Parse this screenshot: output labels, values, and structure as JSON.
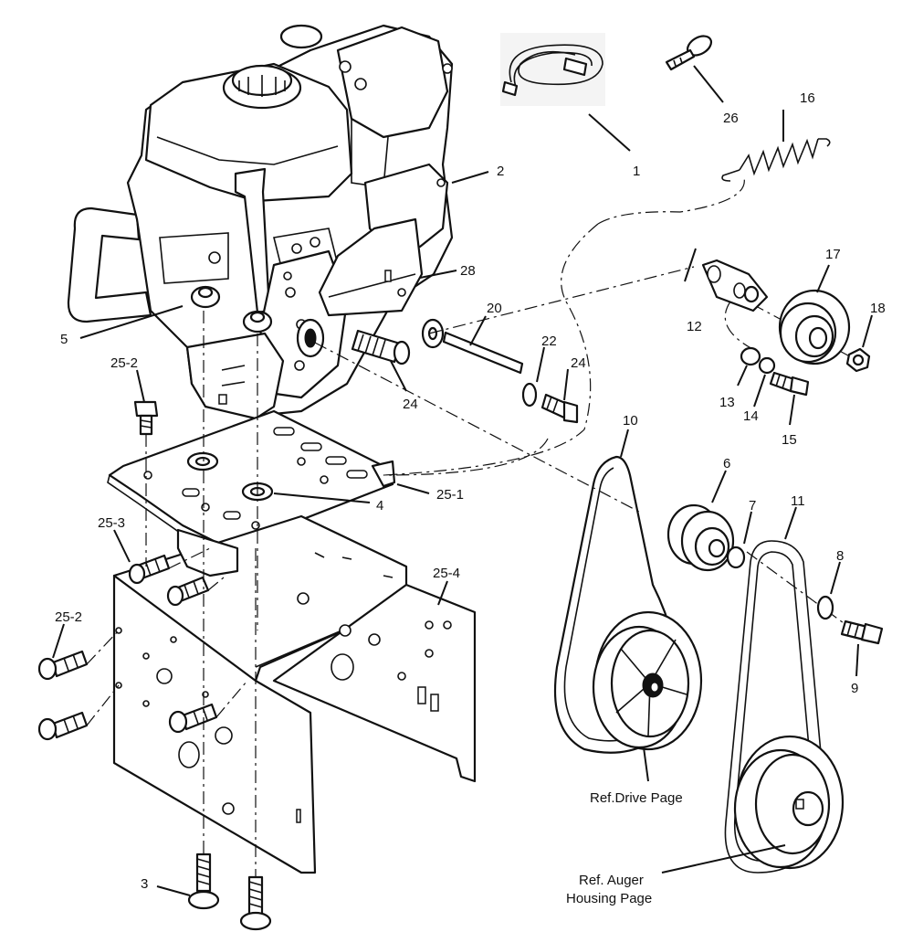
{
  "callouts": [
    {
      "id": "c1",
      "text": "1"
    },
    {
      "id": "c2",
      "text": "2"
    },
    {
      "id": "c3",
      "text": "3"
    },
    {
      "id": "c4",
      "text": "4"
    },
    {
      "id": "c5",
      "text": "5"
    },
    {
      "id": "c6",
      "text": "6"
    },
    {
      "id": "c7",
      "text": "7"
    },
    {
      "id": "c8",
      "text": "8"
    },
    {
      "id": "c9",
      "text": "9"
    },
    {
      "id": "c10",
      "text": "10"
    },
    {
      "id": "c11",
      "text": "11"
    },
    {
      "id": "c12",
      "text": "12"
    },
    {
      "id": "c13",
      "text": "13"
    },
    {
      "id": "c14",
      "text": "14"
    },
    {
      "id": "c15",
      "text": "15"
    },
    {
      "id": "c16",
      "text": "16"
    },
    {
      "id": "c17",
      "text": "17"
    },
    {
      "id": "c18",
      "text": "18"
    },
    {
      "id": "c20",
      "text": "20"
    },
    {
      "id": "c22",
      "text": "22"
    },
    {
      "id": "c24a",
      "text": "24"
    },
    {
      "id": "c24b",
      "text": "24"
    },
    {
      "id": "c25_1",
      "text": "25-1"
    },
    {
      "id": "c25_2a",
      "text": "25-2"
    },
    {
      "id": "c25_2b",
      "text": "25-2"
    },
    {
      "id": "c25_3",
      "text": "25-3"
    },
    {
      "id": "c25_4",
      "text": "25-4"
    },
    {
      "id": "c26",
      "text": "26"
    },
    {
      "id": "c28",
      "text": "28"
    }
  ],
  "references": {
    "drive": "Ref.Drive Page",
    "auger_line1": "Ref. Auger",
    "auger_line2": "Housing Page"
  }
}
